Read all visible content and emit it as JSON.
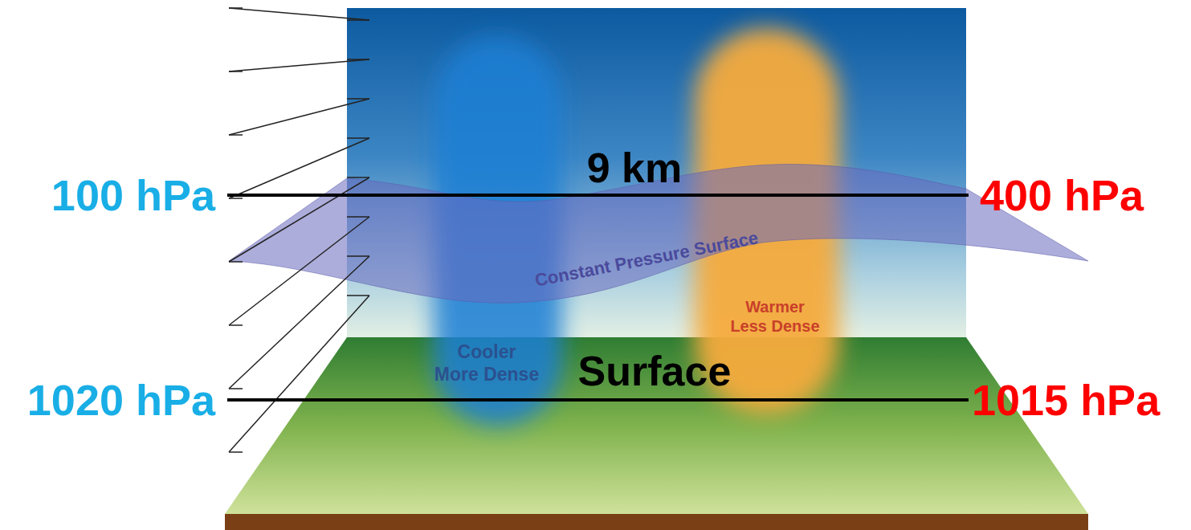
{
  "diagram": {
    "labels": [
      "9 km",
      "100 hPa",
      "400 hPa",
      "Constant Pressure Surface",
      "Warmer Less Dense",
      "Cooler More Dense",
      "Surface",
      "1020 hPa",
      "1015 hPa"
    ]
  }
}
